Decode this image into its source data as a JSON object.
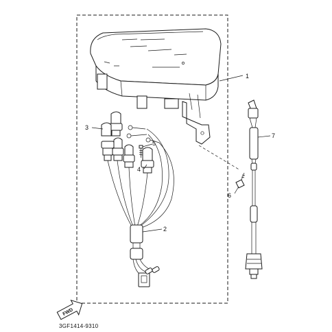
{
  "callouts": [
    "1",
    "2",
    "3",
    "4",
    "5",
    "6",
    "7"
  ],
  "fwd_label": "FWD",
  "diagram_code": "3GF1414-9310"
}
